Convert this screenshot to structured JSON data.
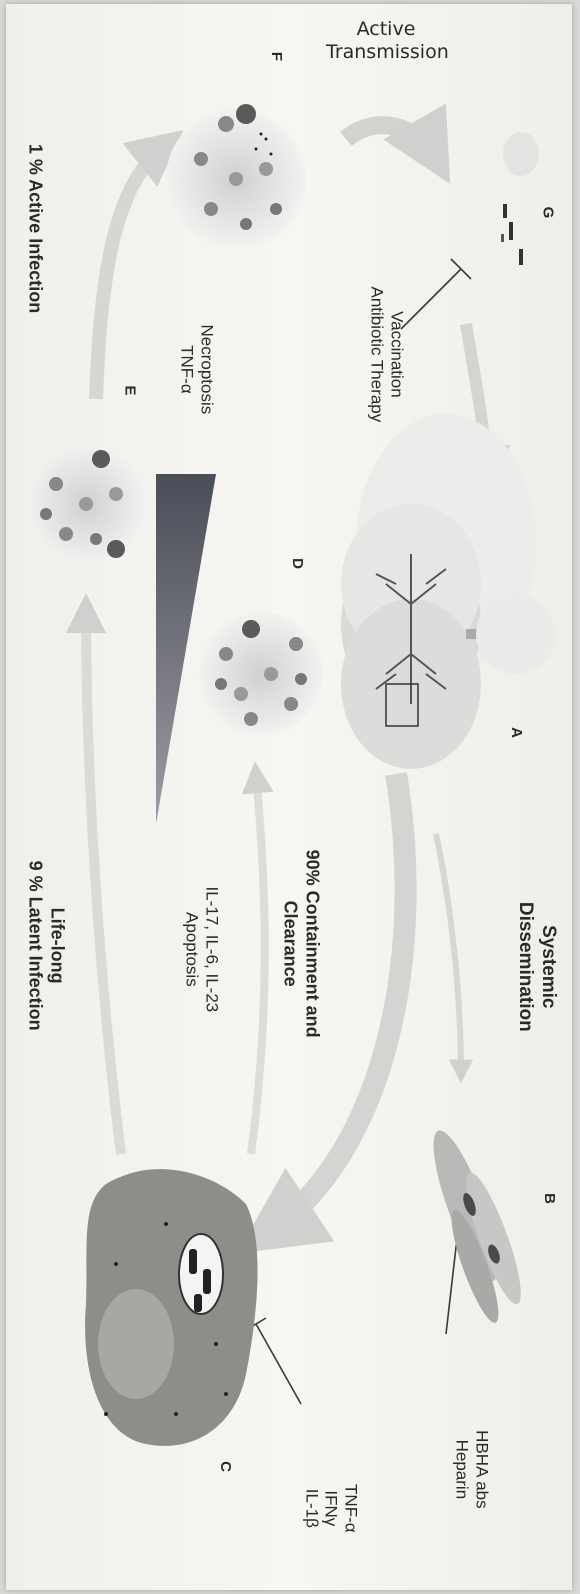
{
  "stages": {
    "a": "A",
    "b": "B",
    "c": "C",
    "d": "D",
    "e": "E",
    "f": "F",
    "g": "G"
  },
  "labels": {
    "active_transmission_1": "Active",
    "active_transmission_2": "Transmission",
    "vaccination": "Vaccination",
    "antibiotic": "Antibiotic Therapy",
    "systemic_1": "Systemic",
    "systemic_2": "Dissemination",
    "hbha_1": "HBHA abs",
    "hbha_2": "Heparin",
    "cyto_c_1": "TNF-α",
    "cyto_c_2": "IFNγ",
    "cyto_c_3": "IL-1β",
    "containment_1": "90% Containment and",
    "containment_2": "Clearance",
    "il_1": "IL-17, IL-6, IL-23",
    "il_2": "Apoptosis",
    "necroptosis_1": "Necroptosis",
    "necroptosis_2": "TNF-α",
    "latent_1": "Life-long",
    "latent_2": "9 % Latent Infection",
    "active_inf": "1 % Active Infection"
  },
  "colors": {
    "arrow": "#d4d4d2",
    "granuloma_outer": "#e6e6e4",
    "cell_dark": "#5a5a5a",
    "macrophage": "#8a8885",
    "nucleus": "#a9a7a4",
    "ink": "#2a2a2a"
  }
}
